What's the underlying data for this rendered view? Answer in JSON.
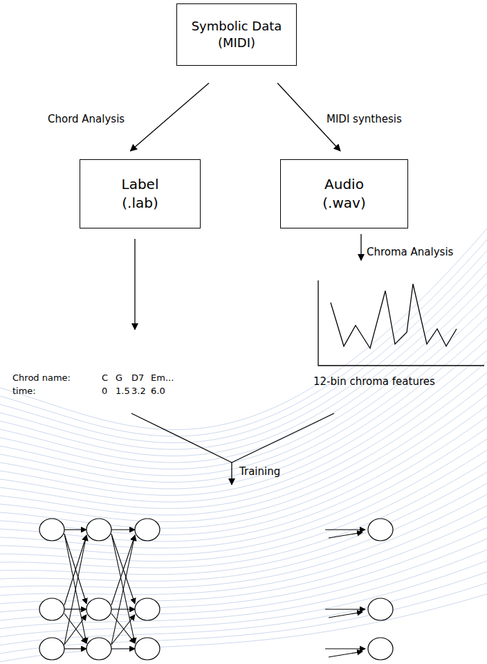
{
  "diagram": {
    "nodes": [
      {
        "text": [
          "Symbolic Data (MIDI)"
        ]
      },
      {
        "text": [
          "Label (.lab)"
        ]
      },
      {
        "text": [
          "Audio (.wav)"
        ]
      }
    ],
    "edges": [
      {
        "from": 0,
        "to": 1,
        "arrow": "to",
        "label": "Chord Analysis"
      },
      {
        "from": 0,
        "to": 2,
        "arrow": "to",
        "label": "MIDI synthesis"
      }
    ],
    "labels": [
      "Chroma Analysis",
      "Chrod name:",
      "C",
      "G",
      "D7",
      "Em...",
      "time:",
      "0",
      "1.5",
      "3.2",
      "6.0",
      "12-bin chroma features",
      "Training"
    ]
  }
}
